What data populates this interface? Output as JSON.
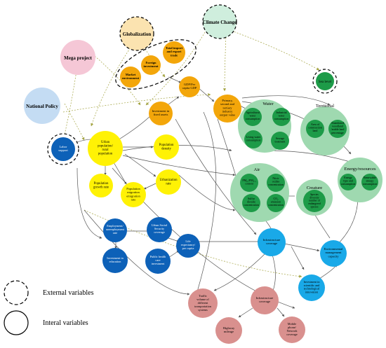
{
  "colors": {
    "external_climate": "#cfeedd",
    "external_global": "#fbe3b0",
    "external_mega": "#f5c7d6",
    "external_policy": "#c4dcf3",
    "orange": "#f3a60a",
    "yellow": "#fff205",
    "blue": "#0d61b8",
    "cyan": "#19a9e8",
    "pink": "#d9908e",
    "green_dark": "#1d9b48",
    "green_light": "#9fd9b0",
    "arrow": "#555555",
    "arrow_dotted": "#a3a341"
  },
  "nodes": {
    "climate_change": "Climate Change",
    "globalization": "Globalization",
    "mega_project": "Mega project",
    "national_policy": "National Policy",
    "total_import": [
      "Total import",
      "and export",
      "trade"
    ],
    "foreign_investment": [
      "Foreign",
      "investment"
    ],
    "market_environment": [
      "Market",
      "environment"
    ],
    "gdp_per_capita": [
      "GDP/Per",
      "capita GDP"
    ],
    "investment_fixed": [
      "Investment in",
      "fixed assets"
    ],
    "sea_level": "Sea level",
    "primary_industry": [
      "Primary,",
      "second and",
      "tertiary",
      "industry",
      "output value"
    ],
    "labor_support": [
      "Labor",
      "support"
    ],
    "urban_rural": [
      "Urban",
      "population/",
      "rural",
      "population"
    ],
    "population_density": [
      "Population",
      "density"
    ],
    "population_growth": [
      "Population",
      "growth rate"
    ],
    "population_migration": [
      "Population",
      "migration",
      "emigration",
      "rate"
    ],
    "urbanization_rate": [
      "Urbanization",
      "rate"
    ],
    "water": "Water",
    "agricultural_water": [
      "Agricultural",
      "water",
      "consumption"
    ],
    "industrial_water": [
      "Industrial",
      "water",
      "consumption"
    ],
    "living_water": [
      "Living water",
      "consumption"
    ],
    "sewage_treatment": [
      "Sewage",
      "treatment"
    ],
    "territorial": "Territorial",
    "area_construction": [
      "Area of",
      "construction",
      "land"
    ],
    "abandoned_woodland": [
      "Abandoned",
      "woodland",
      "/arable land",
      "percentage"
    ],
    "energy_resources": "Energy/resources",
    "energy_type": [
      "Energy",
      "type and",
      "consumption"
    ],
    "renewable_energy": [
      "Renewable",
      "energy",
      "consumption"
    ],
    "air": "Air",
    "pm_concentration": [
      "PM₁₀/PM₂.₅",
      "content"
    ],
    "nitric_oxides": [
      "Nitric",
      "oxides",
      "concentration"
    ],
    "sulfur_dioxide": [
      "Sulfur",
      "dioxide",
      "concentration"
    ],
    "co2_concentration": [
      "CO₂",
      "emission",
      "concentration"
    ],
    "creature": "Creature",
    "species_diversity": [
      "Species",
      "diversity",
      "number of",
      "endangered",
      "species"
    ],
    "employment_unemployment": [
      "Employment/",
      "unemployment",
      "rate"
    ],
    "social_security": [
      "Urban Social",
      "Security",
      "coverage"
    ],
    "life_expectancy": [
      "Life",
      "expectancy/",
      "per capita"
    ],
    "investment_education": [
      "Investment in",
      "education"
    ],
    "public_health": [
      "Public health",
      "care",
      "investment"
    ],
    "infrastructure_coverage_top": [
      "Infrastructure",
      "coverage"
    ],
    "environmental_management": [
      "Environmental",
      "management",
      "capacity"
    ],
    "investment_scientific": [
      "Investment in",
      "scientific and",
      "technological",
      "innovation"
    ],
    "traffic_volume": [
      "Traffic",
      "volume of",
      "different",
      "transportation",
      "systems"
    ],
    "infrastructure_coverage_bottom": [
      "Infrastructure",
      "coverage"
    ],
    "highway_mileage": [
      "Highway",
      "mileage"
    ],
    "mobile_phone": [
      "Mobile",
      "phone/",
      "Network",
      "coverage"
    ]
  },
  "legend": {
    "external": "External   variables",
    "internal": "Interal   variables"
  }
}
